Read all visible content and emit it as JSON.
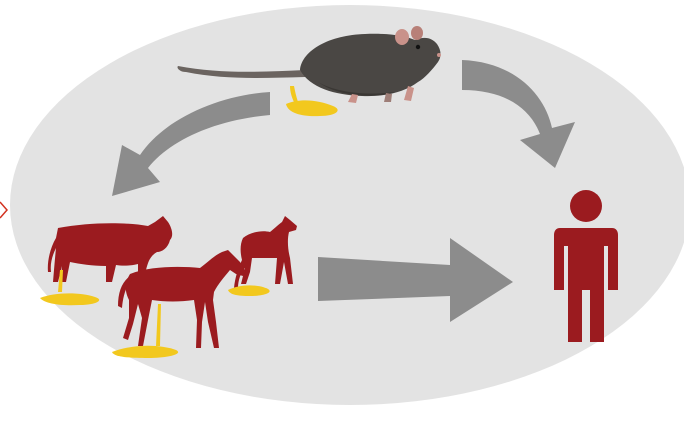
{
  "diagram": {
    "description_nodes": [
      {
        "id": "rat",
        "icon": "rat-icon",
        "has_urine": true
      },
      {
        "id": "livestock",
        "icons": [
          "cow-icon",
          "horse-icon",
          "dog-icon"
        ],
        "has_urine": true
      },
      {
        "id": "human",
        "icon": "human-icon"
      }
    ],
    "edges": [
      {
        "from": "rat",
        "to": "livestock"
      },
      {
        "from": "rat",
        "to": "human"
      },
      {
        "from": "livestock",
        "to": "human"
      }
    ],
    "colors": {
      "background_ellipse": "#e3e3e3",
      "arrow": "#8c8c8c",
      "silhouette": "#9b1b1f",
      "urine": "#f2c81e",
      "rat_fur": "#4a4744",
      "rat_ear": "#c9928a"
    }
  }
}
